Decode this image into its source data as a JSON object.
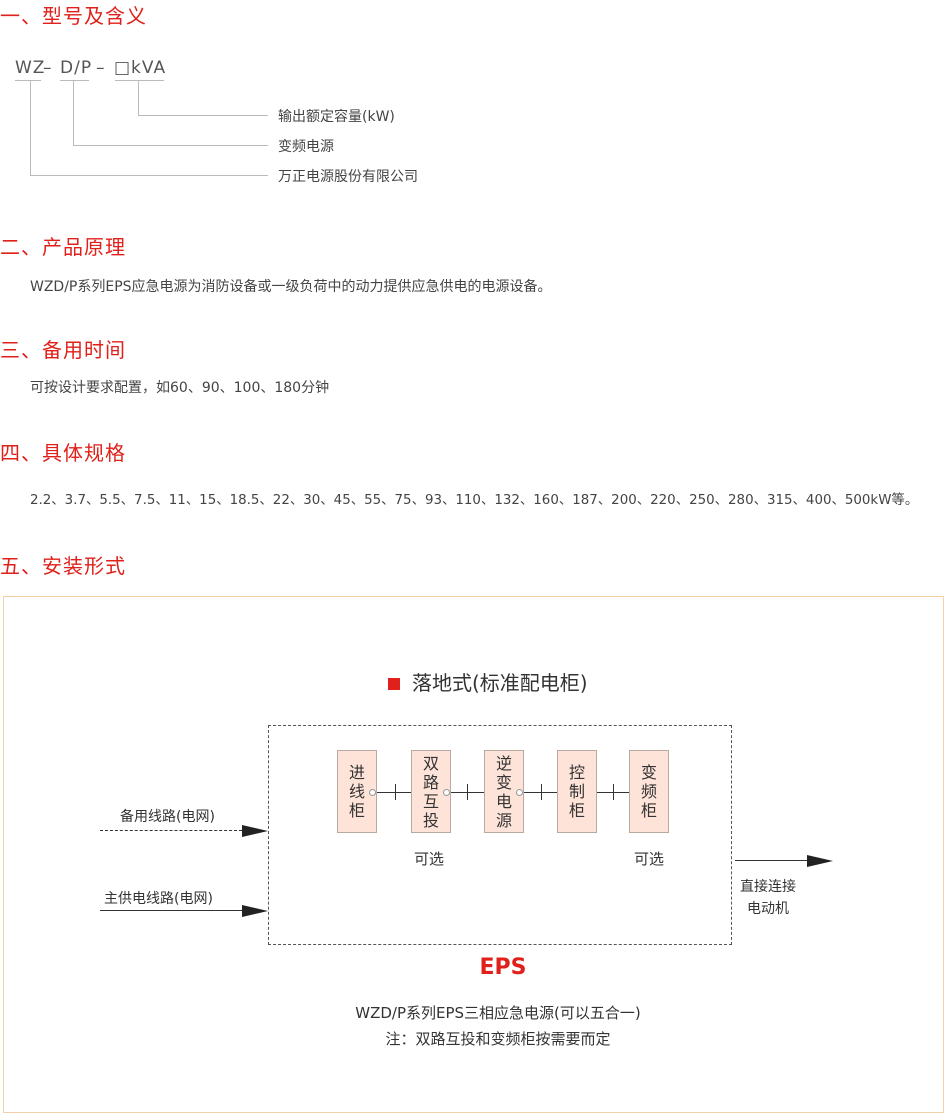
{
  "sections": {
    "s1": "一、型号及含义",
    "s2": "二、产品原理",
    "s3": "三、备用时间",
    "s4": "四、具体规格",
    "s5": "五、安装形式"
  },
  "model": {
    "code_wz": "WZ",
    "code_dash1": "–",
    "code_dp": "D/P",
    "code_dash2": "–",
    "code_kva": "□kVA",
    "labels": [
      "输出额定容量(kW)",
      "变频电源",
      "万正电源股份有限公司"
    ]
  },
  "principle": "WZD/P系列EPS应急电源为消防设备或一级负荷中的动力提供应急供电的电源设备。",
  "backup_time": "可按设计要求配置，如60、90、100、180分钟",
  "specs": "2.2、3.7、5.5、7.5、11、15、18.5、22、30、45、55、75、93、110、132、160、187、200、220、250、280、315、400、500kW等。",
  "diagram": {
    "title": "落地式(标准配电柜)",
    "accent": "#e0201a",
    "cabinets": [
      "进线柜",
      "双路互投",
      "逆变电源",
      "控制柜",
      "变频柜"
    ],
    "optional": "可选",
    "input_backup": "备用线路(电网)",
    "input_main": "主供电线路(电网)",
    "output_line1": "直接连接",
    "output_line2": "电动机",
    "eps": "EPS",
    "caption": "WZD/P系列EPS三相应急电源(可以五合一)",
    "note": "注：双路互投和变频柜按需要而定"
  }
}
